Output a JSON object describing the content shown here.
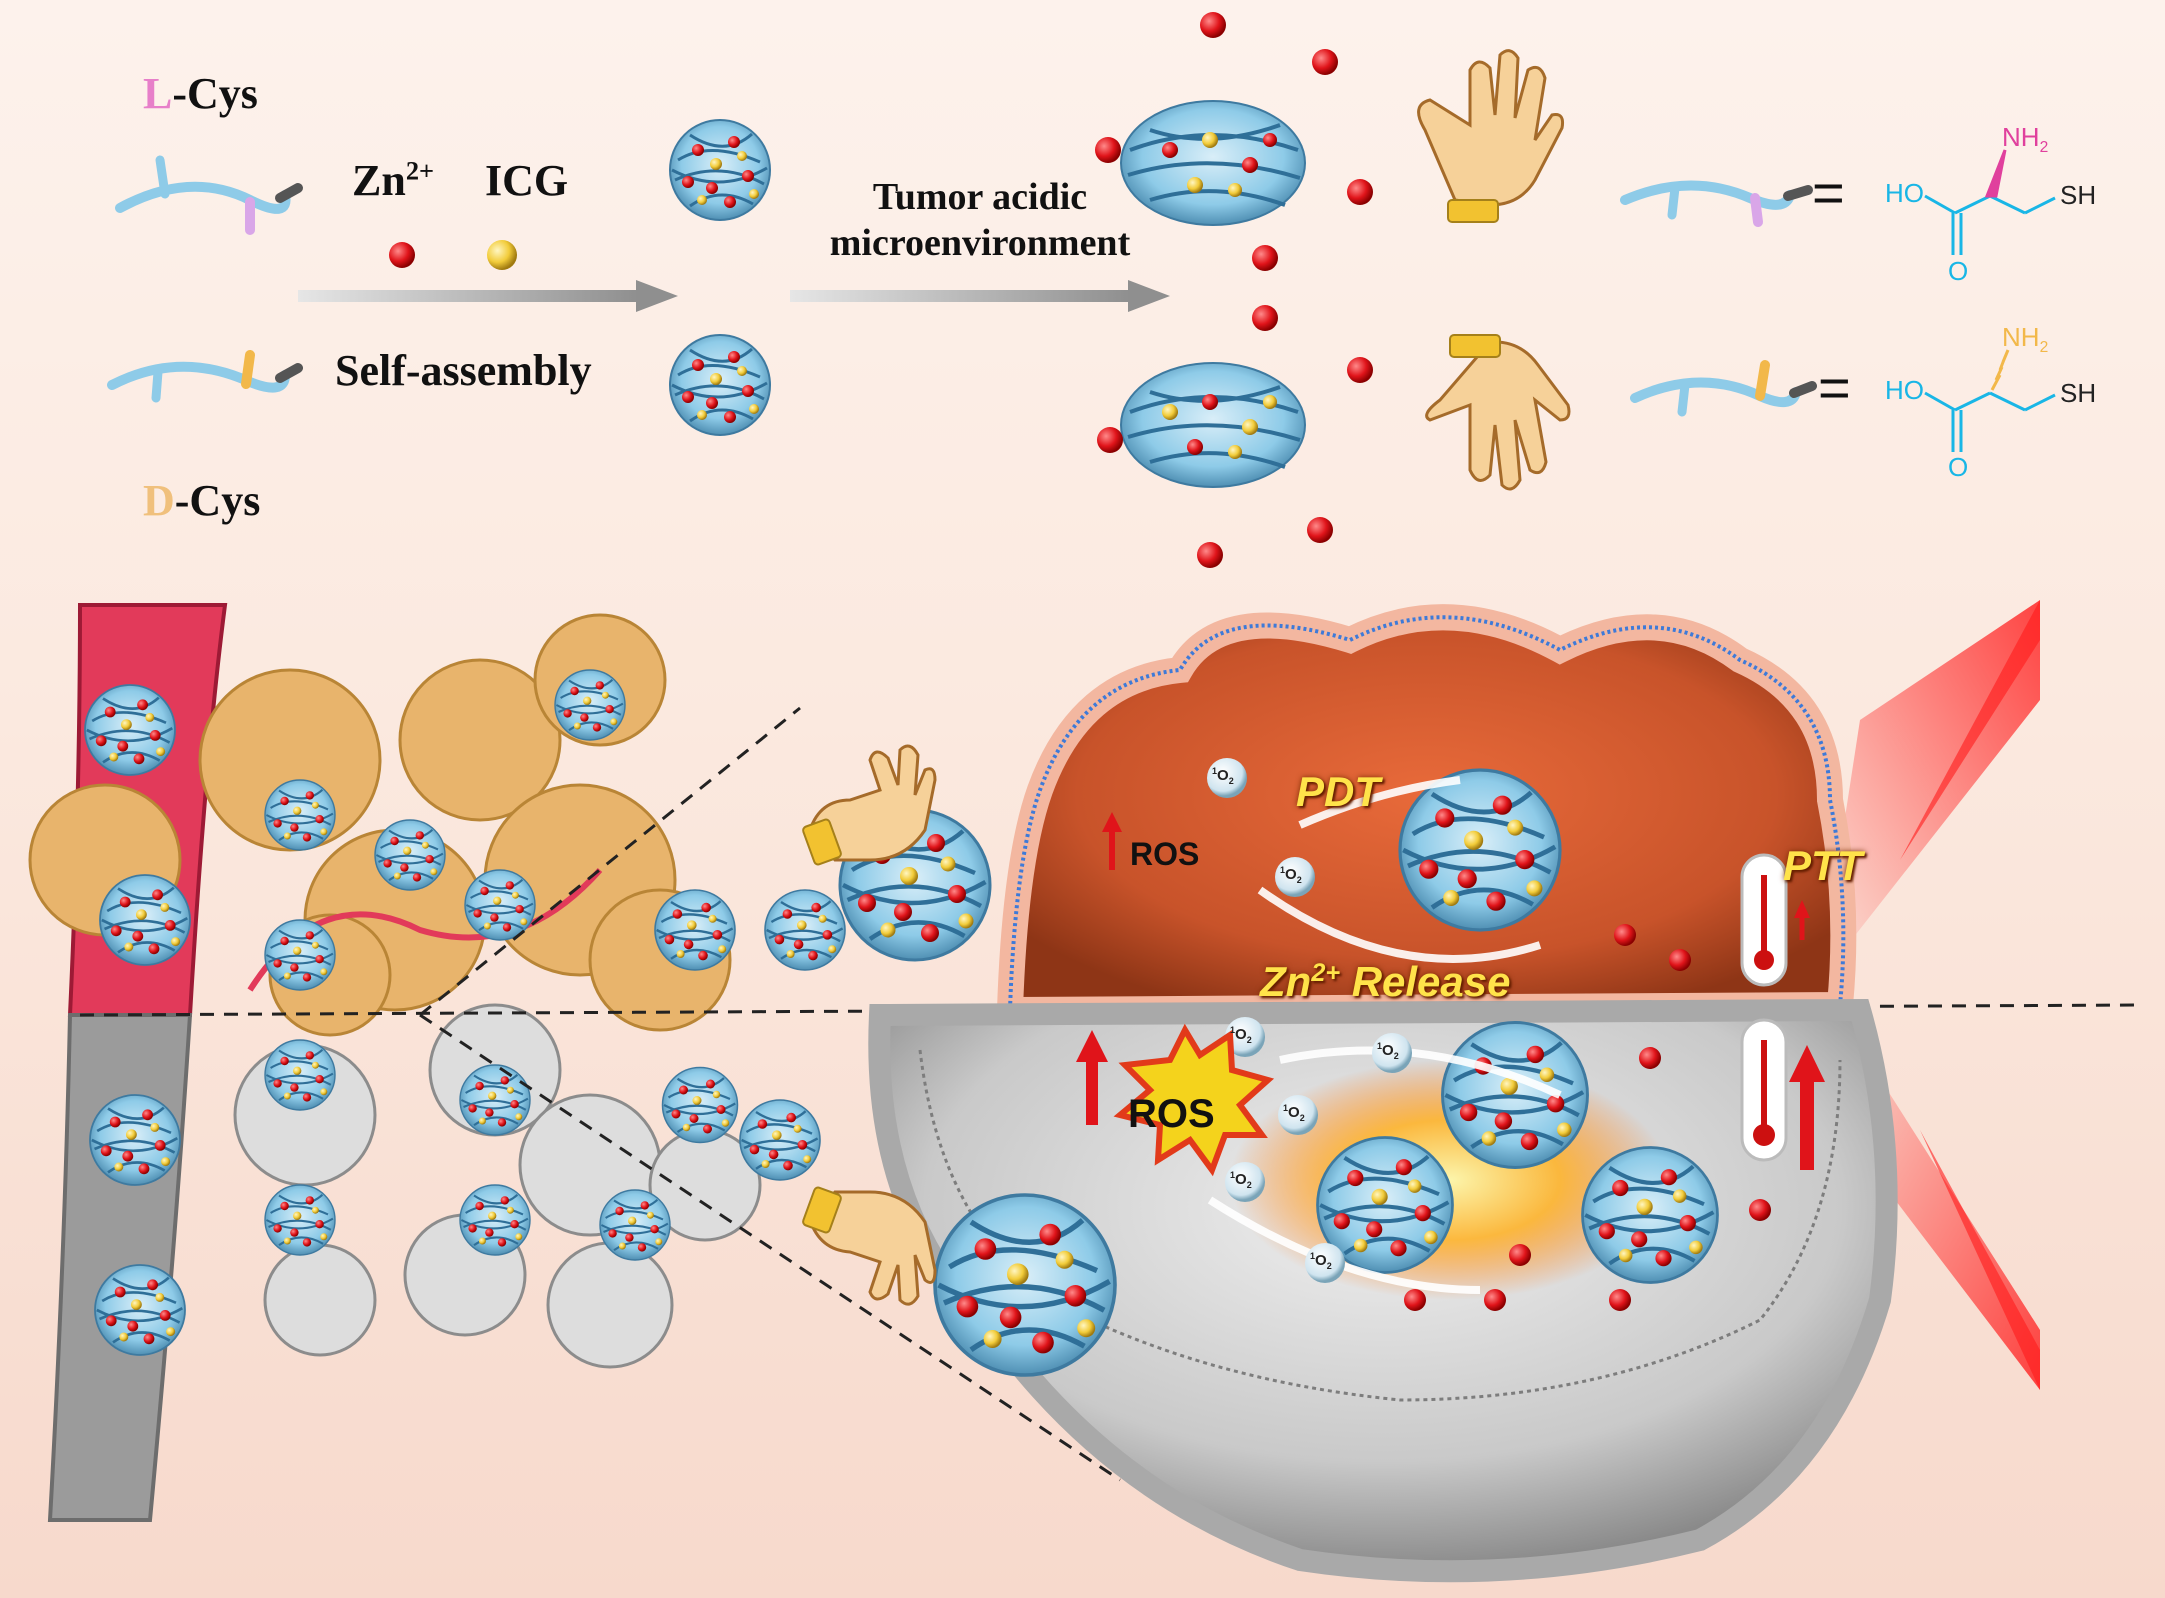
{
  "labels": {
    "l_cys_prefix": "L",
    "l_cys_suffix": "-Cys",
    "d_cys_prefix": "D",
    "d_cys_suffix": "-Cys",
    "zn_base": "Zn",
    "zn_charge": "2+",
    "icg": "ICG",
    "self_assembly": "Self-assembly",
    "tumor_line1": "Tumor acidic",
    "tumor_line2": "microenvironment",
    "pdt": "PDT",
    "ptt": "PTT",
    "zn_release_base": "Zn",
    "zn_release_charge": "2+",
    "zn_release_word": "Release",
    "ros_top": "ROS",
    "ros_bottom": "ROS",
    "singlet_oxygen_sup": "1",
    "singlet_oxygen_base": "O",
    "singlet_oxygen_sub": "2"
  },
  "chemistry": {
    "ho": "HO",
    "nh": "NH",
    "nh_sub": "2",
    "sh": "SH",
    "o": "O",
    "equals": "="
  },
  "colors": {
    "zn_ion": "#e0141a",
    "icg": "#f2cc3a",
    "strand": "#8ecbe8",
    "l_cys_tag": "#d9a6e8",
    "d_cys_tag": "#f2b84a",
    "chem_blue": "#19b6e6",
    "chem_pink": "#e0409d",
    "vessel_top": "#e23a5a",
    "cells_top": "#e8b46c",
    "tumor_top": "#c8532a",
    "laser": "#ff1a1a",
    "label_yellow": "#ffe34a"
  },
  "icons": [
    "left-hand-icon",
    "right-hand-icon",
    "thermometer-icon",
    "explosion-icon",
    "nanoparticle-icon",
    "arrow-icon"
  ]
}
